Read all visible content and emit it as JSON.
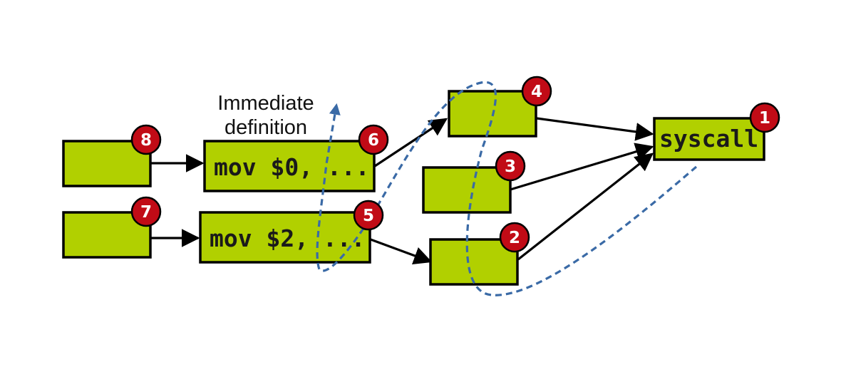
{
  "colors": {
    "box_fill": "#b1d000",
    "badge_fill": "#c10b16",
    "dashed_line": "#3a6aa6"
  },
  "annotation": {
    "line1": "Immediate",
    "line2": "definition"
  },
  "nodes": [
    {
      "id": "n8",
      "badge": "8",
      "label": ""
    },
    {
      "id": "n6",
      "badge": "6",
      "label": "mov $0, ..."
    },
    {
      "id": "n7",
      "badge": "7",
      "label": ""
    },
    {
      "id": "n5",
      "badge": "5",
      "label": "mov $2, ..."
    },
    {
      "id": "n4",
      "badge": "4",
      "label": ""
    },
    {
      "id": "n3",
      "badge": "3",
      "label": ""
    },
    {
      "id": "n2",
      "badge": "2",
      "label": ""
    },
    {
      "id": "n1",
      "badge": "1",
      "label": "syscall"
    }
  ],
  "edges": [
    {
      "from": "n8",
      "to": "n6"
    },
    {
      "from": "n7",
      "to": "n5"
    },
    {
      "from": "n6",
      "to": "n4"
    },
    {
      "from": "n5",
      "to": "n2"
    },
    {
      "from": "n4",
      "to": "n1"
    },
    {
      "from": "n3",
      "to": "n1"
    },
    {
      "from": "n2",
      "to": "n1"
    }
  ]
}
